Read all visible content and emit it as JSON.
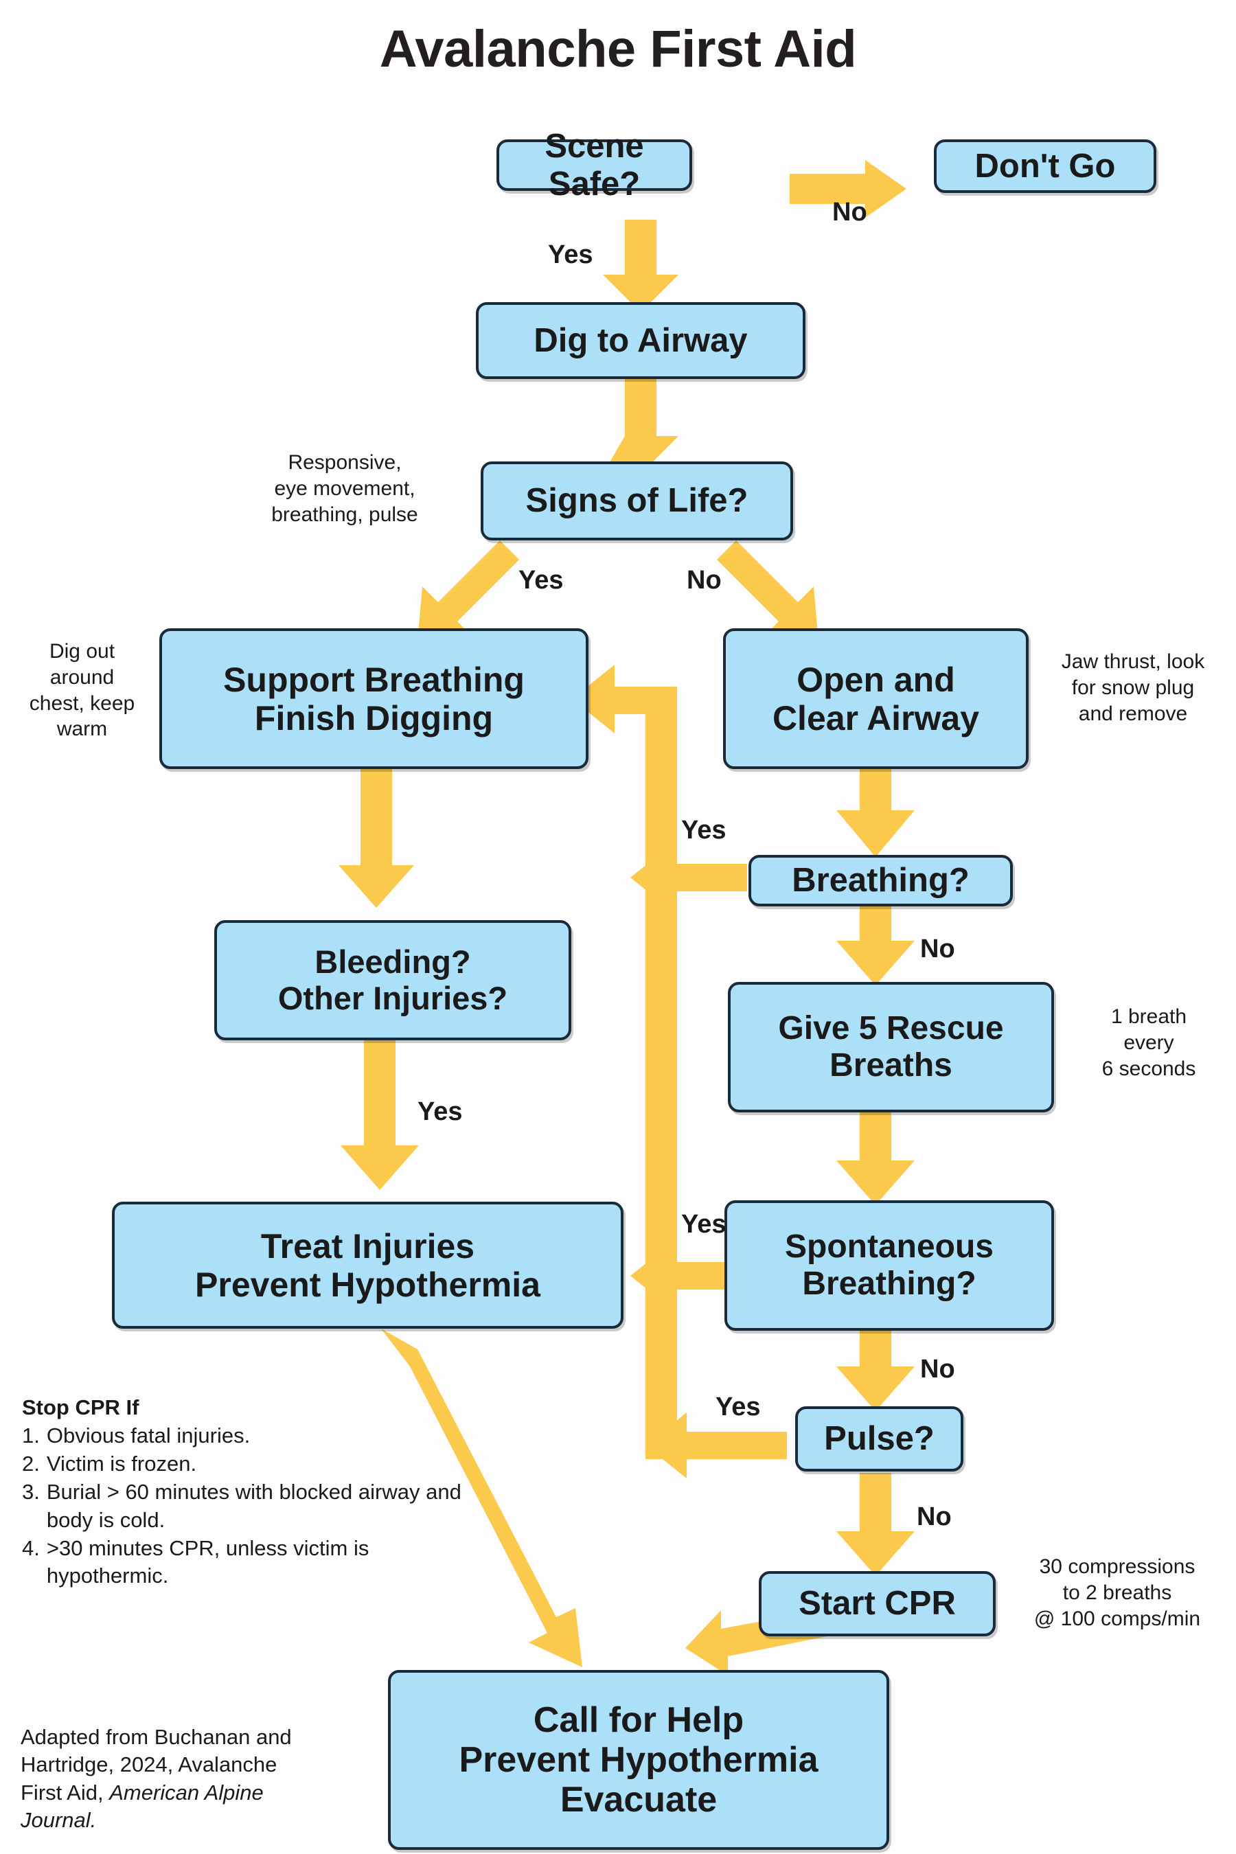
{
  "title": "Avalanche First Aid",
  "colors": {
    "node_fill": "#ace0f9",
    "node_border": "#1b2a3a",
    "arrow": "#fbc94b",
    "text": "#1a1a1a",
    "background": "#fdfdfd"
  },
  "nodes": {
    "scene_safe": "Scene Safe?",
    "dont_go": "Don't Go",
    "dig_to_airway": "Dig to Airway",
    "signs_of_life": "Signs of Life?",
    "support_breathing": [
      "Support Breathing",
      "Finish Digging"
    ],
    "open_clear_airway": [
      "Open and",
      "Clear Airway"
    ],
    "bleeding": [
      "Bleeding?",
      "Other Injuries?"
    ],
    "breathing": "Breathing?",
    "give_5_rescue_breaths": [
      "Give 5 Rescue",
      "Breaths"
    ],
    "treat_injuries": [
      "Treat Injuries",
      "Prevent Hypothermia"
    ],
    "spontaneous_breathing": [
      "Spontaneous",
      "Breathing?"
    ],
    "pulse": "Pulse?",
    "start_cpr": "Start CPR",
    "call_for_help": [
      "Call for Help",
      "Prevent Hypothermia",
      "Evacuate"
    ]
  },
  "edge_labels": {
    "scene_safe_no": "No",
    "scene_safe_yes": "Yes",
    "signs_yes": "Yes",
    "signs_no": "No",
    "breathing_yes": "Yes",
    "breathing_no": "No",
    "spontaneous_yes": "Yes",
    "spontaneous_no": "No",
    "pulse_yes": "Yes",
    "pulse_no": "No",
    "bleeding_yes": "Yes"
  },
  "notes": {
    "signs_of_life": [
      "Responsive,",
      "eye movement,",
      "breathing, pulse"
    ],
    "support_breathing": [
      "Dig out",
      "around",
      "chest, keep",
      "warm"
    ],
    "open_clear_airway": [
      "Jaw thrust, look",
      "for snow plug",
      "and remove"
    ],
    "give_5_rescue_breaths": [
      "1 breath",
      "every",
      "6 seconds"
    ],
    "start_cpr": [
      "30 compressions",
      "to 2 breaths",
      "@ 100 comps/min"
    ]
  },
  "stop_cpr": {
    "heading": "Stop CPR If",
    "items": [
      {
        "num": "1.",
        "text": "Obvious fatal injuries."
      },
      {
        "num": "2.",
        "text": "Victim is frozen."
      },
      {
        "num": "3.",
        "text": "Burial > 60 minutes with blocked airway and body is cold."
      },
      {
        "num": "4.",
        "text": ">30 minutes CPR, unless victim is hypothermic."
      }
    ]
  },
  "credit": {
    "line1": "Adapted from Buchanan and",
    "line2": "Hartridge, 2024, Avalanche",
    "line3_plain": "First Aid, ",
    "line3_italic": "American Alpine",
    "line4_italic": "Journal."
  },
  "chart_data": {
    "type": "diagram",
    "title": "Avalanche First Aid",
    "subtype": "flowchart",
    "node_list": [
      "Scene Safe?",
      "Don't Go",
      "Dig to Airway",
      "Signs of Life?",
      "Support Breathing / Finish Digging",
      "Open and Clear Airway",
      "Bleeding? Other Injuries?",
      "Breathing?",
      "Give 5 Rescue Breaths",
      "Treat Injuries / Prevent Hypothermia",
      "Spontaneous Breathing?",
      "Pulse?",
      "Start CPR",
      "Call for Help / Prevent Hypothermia / Evacuate"
    ],
    "edges": [
      {
        "from": "Scene Safe?",
        "to": "Don't Go",
        "label": "No"
      },
      {
        "from": "Scene Safe?",
        "to": "Dig to Airway",
        "label": "Yes"
      },
      {
        "from": "Dig to Airway",
        "to": "Signs of Life?",
        "label": ""
      },
      {
        "from": "Signs of Life?",
        "to": "Support Breathing / Finish Digging",
        "label": "Yes"
      },
      {
        "from": "Signs of Life?",
        "to": "Open and Clear Airway",
        "label": "No"
      },
      {
        "from": "Support Breathing / Finish Digging",
        "to": "Bleeding? Other Injuries?",
        "label": ""
      },
      {
        "from": "Open and Clear Airway",
        "to": "Breathing?",
        "label": ""
      },
      {
        "from": "Breathing?",
        "to": "Support Breathing / Finish Digging",
        "label": "Yes"
      },
      {
        "from": "Breathing?",
        "to": "Give 5 Rescue Breaths",
        "label": "No"
      },
      {
        "from": "Bleeding? Other Injuries?",
        "to": "Treat Injuries / Prevent Hypothermia",
        "label": "Yes"
      },
      {
        "from": "Give 5 Rescue Breaths",
        "to": "Spontaneous Breathing?",
        "label": ""
      },
      {
        "from": "Spontaneous Breathing?",
        "to": "Support Breathing / Finish Digging",
        "label": "Yes"
      },
      {
        "from": "Spontaneous Breathing?",
        "to": "Pulse?",
        "label": "No"
      },
      {
        "from": "Pulse?",
        "to": "Support Breathing / Finish Digging",
        "label": "Yes"
      },
      {
        "from": "Pulse?",
        "to": "Start CPR",
        "label": "No"
      },
      {
        "from": "Treat Injuries / Prevent Hypothermia",
        "to": "Call for Help / Prevent Hypothermia / Evacuate",
        "label": ""
      },
      {
        "from": "Start CPR",
        "to": "Call for Help / Prevent Hypothermia / Evacuate",
        "label": ""
      }
    ]
  }
}
